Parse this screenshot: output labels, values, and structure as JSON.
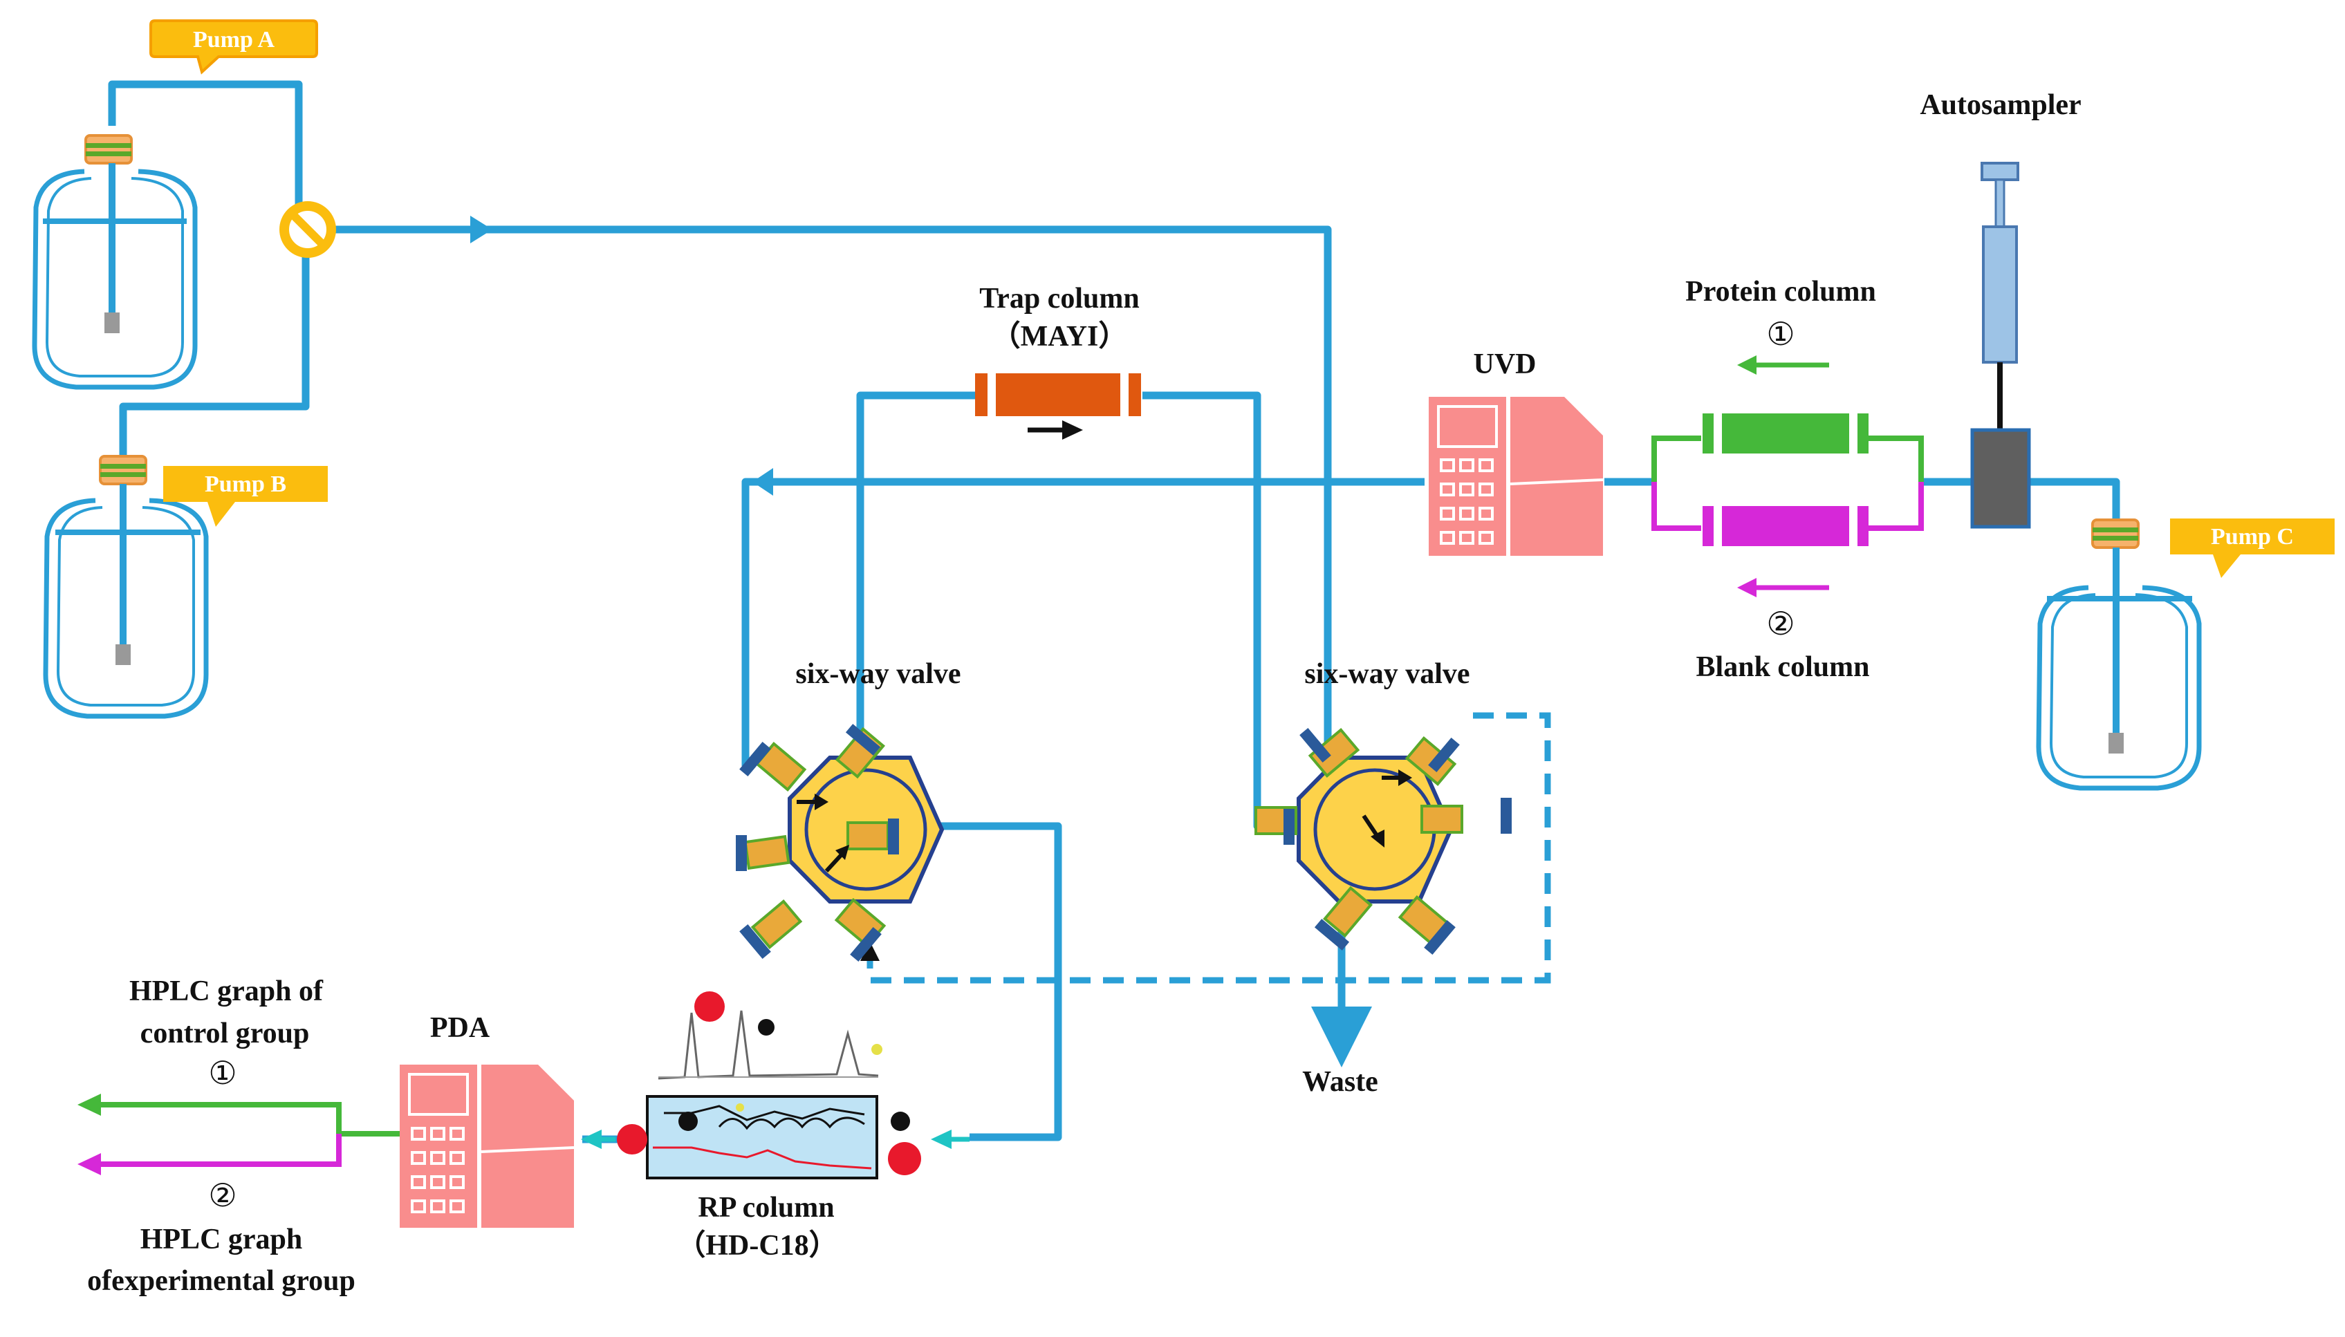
{
  "labels": {
    "pump_a": "Pump A",
    "pump_b": "Pump B",
    "pump_c": "Pump C",
    "autosampler": "Autosampler",
    "protein_column": "Protein column",
    "protein_marker": "①",
    "blank_marker": "②",
    "blank_column": "Blank column",
    "uvd": "UVD",
    "trap_column": "Trap column",
    "trap_column_sub": "（MAYI）",
    "six_way_valve_left": "six-way valve",
    "six_way_valve_right": "six-way valve",
    "waste": "Waste",
    "pda": "PDA",
    "rp_column": "RP column",
    "rp_column_sub": "（HD-C18）",
    "control_line1": "HPLC graph of",
    "control_line2": "control group",
    "control_marker": "①",
    "experimental_marker": "②",
    "experimental_line1": "HPLC graph",
    "experimental_line2": "ofexperimental group"
  },
  "colors": {
    "tubing": "#2a9fd6",
    "pump_label": "#fbbd0e",
    "trap_column": "#e0580f",
    "protein_column": "#45b83a",
    "blank_column": "#d628d8",
    "detector": "#f98d8d",
    "valve_fill": "#fdd24a",
    "autosampler_body": "#5f5f5f",
    "syringe": "#9dc3e6",
    "inlet_arrow": "#1fc4c4"
  }
}
